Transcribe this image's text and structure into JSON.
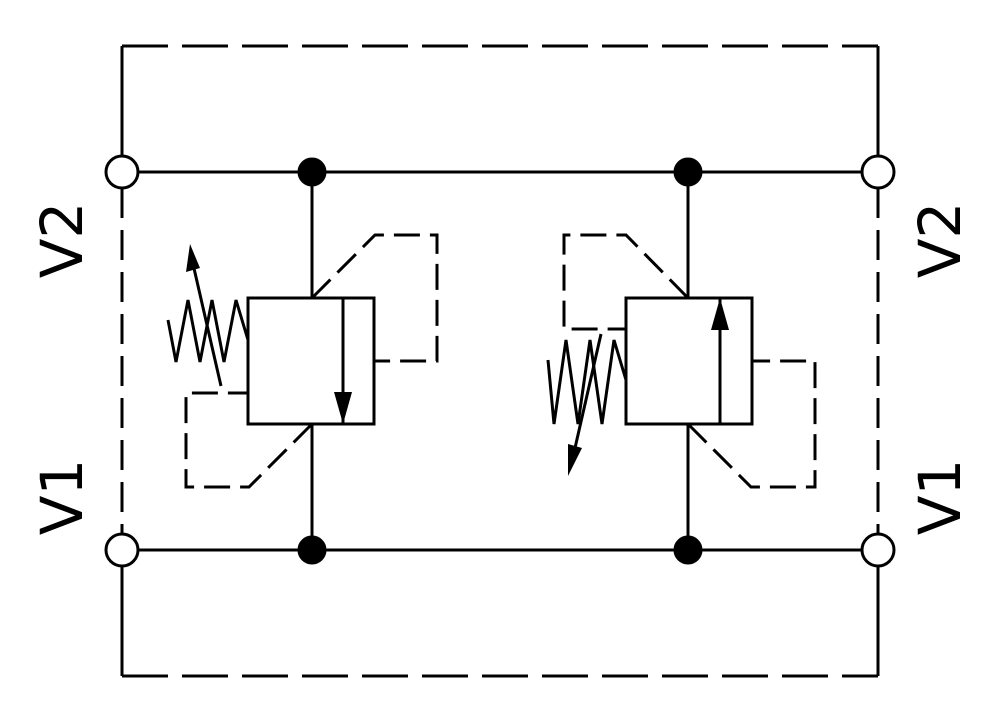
{
  "diagram": {
    "labels": {
      "left_top": "V2",
      "left_bottom": "V1",
      "right_top": "V2",
      "right_bottom": "V1"
    },
    "colors": {
      "line": "#000000",
      "background": "#ffffff"
    },
    "symbols": {
      "left_valve": "pressure-relief-valve",
      "right_valve": "pressure-relief-valve"
    }
  }
}
